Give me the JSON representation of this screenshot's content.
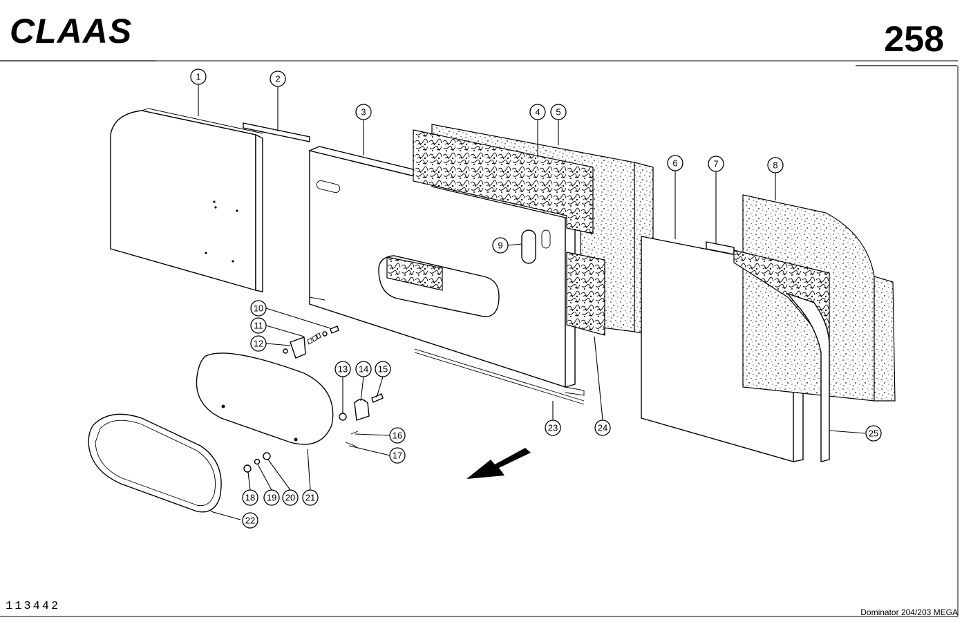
{
  "header": {
    "logo": "CLAAS",
    "page_number": "258"
  },
  "footer": {
    "drawing_number": "113442",
    "model": "Dominator 204/203 MEGA"
  },
  "callouts": [
    "1",
    "2",
    "3",
    "4",
    "5",
    "6",
    "7",
    "8",
    "9",
    "10",
    "11",
    "12",
    "13",
    "14",
    "15",
    "16",
    "17",
    "18",
    "19",
    "20",
    "21",
    "22",
    "23",
    "24",
    "25"
  ]
}
